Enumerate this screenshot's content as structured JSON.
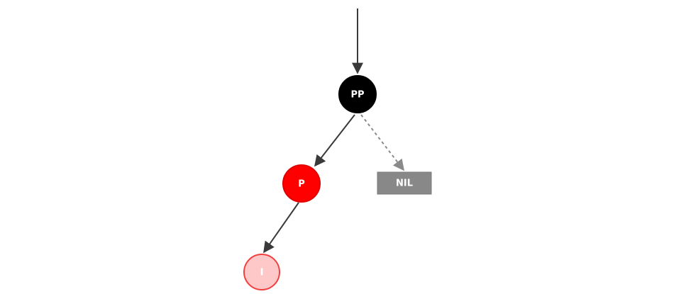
{
  "nodes": {
    "pp": {
      "label": "PP",
      "fill": "#000000",
      "stroke": "#000000",
      "text_color": "#ffffff"
    },
    "p": {
      "label": "P",
      "fill": "#ff0000",
      "stroke": "#e00000",
      "text_color": "#ffffff"
    },
    "i": {
      "label": "I",
      "fill": "#ffc8c8",
      "stroke": "#f04040",
      "text_color": "#ffffff"
    },
    "nil": {
      "label": "NIL",
      "fill": "#888888",
      "stroke": "#7a7a7a",
      "text_color": "#ffffff"
    }
  },
  "colors": {
    "edge": "#3a3a3a",
    "dashed_edge": "#8a8a8a"
  }
}
